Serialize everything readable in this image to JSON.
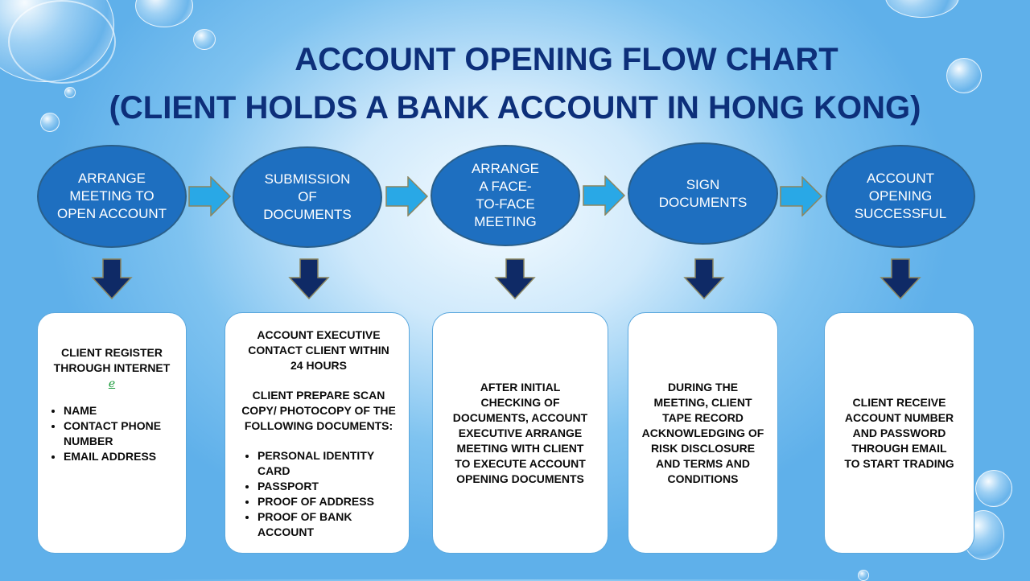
{
  "title": {
    "line1": "ACCOUNT OPENING FLOW CHART",
    "line2": "(CLIENT HOLDS A BANK ACCOUNT IN HONG KONG)"
  },
  "steps": [
    {
      "label": "ARRANGE MEETING TO OPEN ACCOUNT"
    },
    {
      "label": "SUBMISSION OF DOCUMENTS"
    },
    {
      "label": "ARRANGE A FACE-TO-FACE MEETING"
    },
    {
      "label": "SIGN DOCUMENTS"
    },
    {
      "label": "ACCOUNT OPENING SUCCESSFUL"
    }
  ],
  "cards": [
    {
      "text": "CLIENT REGISTER THROUGH INTERNET",
      "icon": "internet-link-icon",
      "icon_glyph": "ℯ",
      "bullets": [
        "NAME",
        "CONTACT PHONE NUMBER",
        "EMAIL ADDRESS"
      ]
    },
    {
      "text": "ACCOUNT EXECUTIVE CONTACT CLIENT WITHIN 24 HOURS",
      "text2": "CLIENT PREPARE SCAN COPY/ PHOTOCOPY OF THE FOLLOWING DOCUMENTS:",
      "bullets": [
        "PERSONAL IDENTITY CARD",
        "PASSPORT",
        "PROOF OF ADDRESS",
        "PROOF OF BANK ACCOUNT"
      ]
    },
    {
      "text": "AFTER INITIAL CHECKING OF DOCUMENTS, ACCOUNT EXECUTIVE ARRANGE MEETING WITH CLIENT TO EXECUTE ACCOUNT OPENING DOCUMENTS"
    },
    {
      "text": "DURING THE MEETING, CLIENT TAPE RECORD ACKNOWLEDGING OF RISK DISCLOSURE AND TERMS AND CONDITIONS"
    },
    {
      "text": "CLIENT RECEIVE ACCOUNT NUMBER AND PASSWORD THROUGH EMAIL TO START TRADING"
    }
  ],
  "colors": {
    "step_fill": "#1e6fc0",
    "arrow_right": "#29a8e6",
    "arrow_down": "#0f2a66",
    "title": "#0d2f7a"
  }
}
